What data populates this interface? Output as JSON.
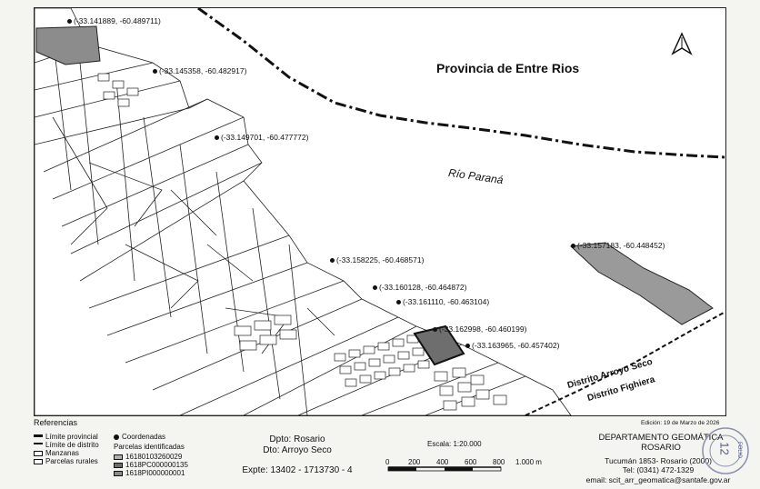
{
  "map": {
    "title": "Provincia de Entre Rios",
    "river_label": "Río Paraná",
    "distrito_arroyo_seco": "Distrito Arroyo Seco",
    "distrito_fighiera": "Distrito Fighiera",
    "coordinates": [
      {
        "label": "(-33.141889, -60.489711)"
      },
      {
        "label": "(-33.145358, -60.482917)"
      },
      {
        "label": "(-33.149701, -60.477772)"
      },
      {
        "label": "(-33.158225, -60.468571)"
      },
      {
        "label": "(-33.160128, -60.464872)"
      },
      {
        "label": "(-33.161110, -60.463104)"
      },
      {
        "label": "(-33.162998, -60.460199)"
      },
      {
        "label": "(-33.163965, -60.457402)"
      },
      {
        "label": "(-33.157183, -60.448452)"
      }
    ],
    "parcel_color": "#8c8c8c"
  },
  "legend": {
    "title": "Referencias",
    "items": {
      "limite_provincial": "Límite provincial",
      "limite_distrito": "Límite de distrito",
      "manzanas": "Manzanas",
      "parcelas_rurales": "Parcelas rurales",
      "coordenadas": "Coordenadas",
      "parcelas_identificadas": "Parcelas identificadas"
    },
    "parcels": [
      {
        "code": "16180103260029",
        "color": "#b0b0b0"
      },
      {
        "code": "1618PC000000135",
        "color": "#6e6e6e"
      },
      {
        "code": "1618PI000000001",
        "color": "#8a8a8a"
      }
    ]
  },
  "info": {
    "dpto": "Dpto: Rosario",
    "dto": "Dto: Arroyo Seco",
    "expte": "Expte: 13402 - 1713730 - 4",
    "escala": "Escala: 1:20.000",
    "scale_ticks": [
      "0",
      "200",
      "400",
      "600",
      "800",
      "1.000 m"
    ],
    "edicion": "Edición: 19 de Marzo de 2026",
    "dept_name": "DEPARTAMENTO GEOMÁTICA",
    "dept_city": "ROSARIO",
    "address": "Tucumán 1853- Rosario (2000)",
    "tel": "Tel: (0341) 472-1329",
    "email": "email: scit_arr_geomatica@santafe.gov.ar",
    "stamp_number": "12",
    "stamp_folio": "FOLIO"
  }
}
